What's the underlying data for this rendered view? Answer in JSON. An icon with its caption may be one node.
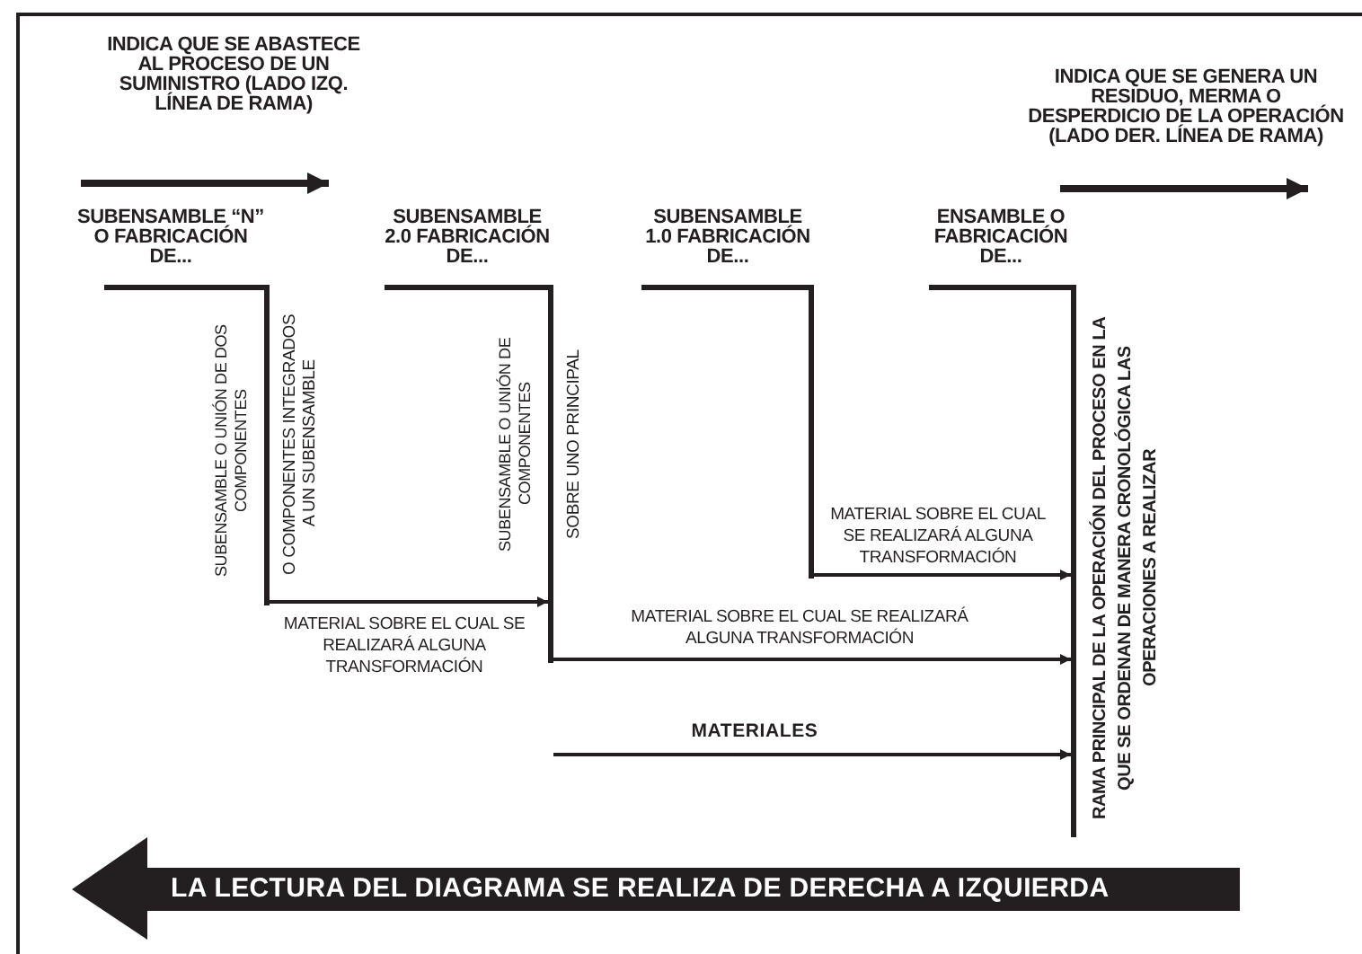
{
  "diagram": {
    "nodes": [
      {
        "text": [
          "SUBENSAMBLE “N” O FABRICACIÓN DE...",
          "SUBENSAMBLE O UNIÓN DE DOS COMPONENTES"
        ],
        "beside": [
          "O COMPONENTES INTEGRADOS A UN SUBENSAMBLE"
        ]
      },
      {
        "text": [
          "SUBENSAMBLE 2.0 FABRICACIÓN DE...",
          "SUBENSAMBLE O UNIÓN DE COMPONENTES"
        ],
        "beside": [
          "SOBRE UNO PRINCIPAL"
        ]
      },
      {
        "text": [
          "SUBENSAMBLE 1.0 FABRICACIÓN DE..."
        ]
      },
      {
        "text": [
          "ENSAMBLE O FABRICACIÓN DE..."
        ],
        "beside": [
          "RAMA PRINCIPAL DE LA OPERACIÓN DEL PROCESO EN LA QUE SE ORDENAN DE MANERA CRONOLÓGICA LAS OPERACIONES A REALIZAR"
        ]
      }
    ],
    "edges": [
      {
        "from": 0,
        "to": 1,
        "arrow": "to",
        "label": "MATERIAL SOBRE EL CUAL SE REALIZARÁ ALGUNA TRANSFORMACIÓN"
      },
      {
        "from": 1,
        "to": 3,
        "arrow": "to",
        "label": "MATERIAL SOBRE EL CUAL SE REALIZARÁ ALGUNA TRANSFORMACIÓN"
      },
      {
        "from": 2,
        "to": 3,
        "arrow": "to",
        "label": "MATERIAL SOBRE EL CUAL SE REALIZARÁ ALGUNA TRANSFORMACIÓN"
      },
      {
        "from": null,
        "to": 3,
        "arrow": "to",
        "label": "MATERIALES"
      }
    ],
    "labels": [
      "INDICA QUE SE ABASTECE AL PROCESO DE UN SUMINISTRO (LADO IZQ. LÍNEA DE RAMA)",
      "INDICA QUE SE GENERA UN RESIDUO, MERMA O DESPERDICIO DE LA OPERACIÓN (LADO DER. LÍNEA DE RAMA)",
      "LA LECTURA DEL DIAGRAMA SE REALIZA DE DERECHA A IZQUIERDA"
    ]
  }
}
